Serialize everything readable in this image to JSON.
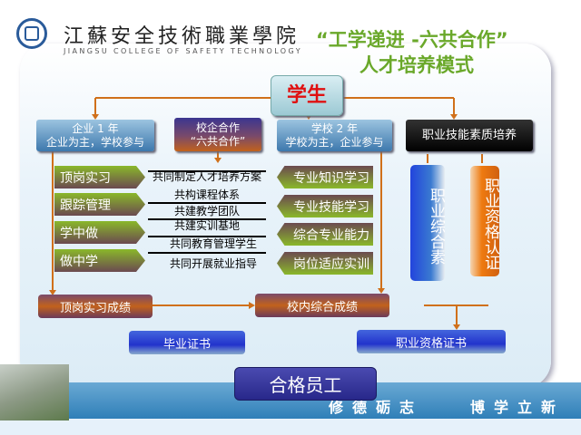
{
  "header": {
    "school_cn": "江蘇安全技術職業學院",
    "school_en": "JIANGSU COLLEGE OF SAFETY TECHNOLOGY",
    "title_line1": "“工学递进 -六共合作”",
    "title_line2": "人才培养模式"
  },
  "diagram": {
    "student": "学生",
    "enterprise_year": {
      "line1": "企业 1 年",
      "line2": "企业为主，学校参与"
    },
    "cooperation": {
      "line1": "校企合作",
      "line2": "“六共合作”"
    },
    "school_year": {
      "line1": "学校 2 年",
      "line2": "学校为主，企业参与"
    },
    "skills": "职业技能素质培养",
    "left_steps": [
      "顶岗实习",
      "跟踪管理",
      "学中做",
      "做中学"
    ],
    "middle_items": [
      "共同制定人才培养方案",
      "共构课程体系",
      "共建教学团队",
      "共建实训基地",
      "共同教育管理学生",
      "共同开展就业指导"
    ],
    "right_steps": [
      "专业知识学习",
      "专业技能学习",
      "综合专业能力",
      "岗位适应实训"
    ],
    "vertical_blue": "职业综合素",
    "vertical_orange": "职业资格认证",
    "internship_score": "顶岗实习成绩",
    "school_score": "校内综合成绩",
    "diploma": "毕业证书",
    "qualification_cert": "职业资格证书",
    "qualified_employee": "合格员工"
  },
  "footer": {
    "slogan_left": "修德砺志",
    "slogan_right": "博学立新"
  },
  "colors": {
    "title_green": "#6aa82a",
    "connector_orange": "#d0701a",
    "student_red": "#e01010"
  }
}
